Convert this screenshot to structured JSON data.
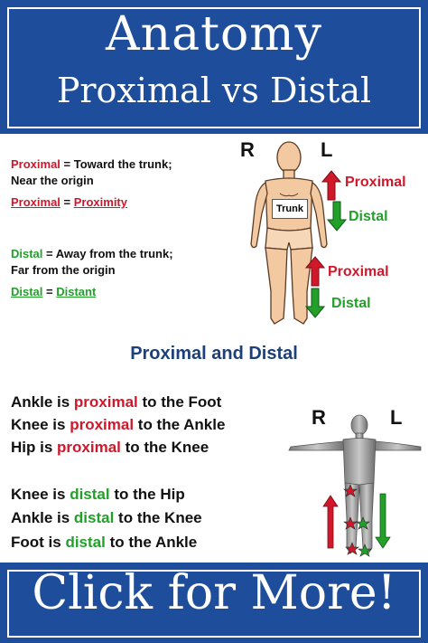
{
  "header": {
    "title": "Anatomy",
    "subtitle": "Proximal vs Distal"
  },
  "definitions": {
    "proximal_term": "Proximal",
    "proximal_def": " = Toward the trunk; Near the origin",
    "proximal_eq_left": "Proximal",
    "proximal_eq_mid": " = ",
    "proximal_eq_right": "Proximity",
    "distal_term": "Distal",
    "distal_def": " = Away from the trunk; Far from the origin",
    "distal_eq_left": "Distal",
    "distal_eq_mid": " = ",
    "distal_eq_right": "Distant"
  },
  "figure_top": {
    "r_label": "R",
    "l_label": "L",
    "trunk_label": "Trunk",
    "proximal_upper": "Proximal",
    "distal_upper": "Distal",
    "proximal_lower": "Proximal",
    "distal_lower": "Distal"
  },
  "section": {
    "title": "Proximal and Distal"
  },
  "statements": [
    {
      "pre": "Ankle is ",
      "key": "proximal",
      "post": " to the Foot"
    },
    {
      "pre": "Knee is ",
      "key": "proximal",
      "post": " to the Ankle"
    },
    {
      "pre": "Hip is ",
      "key": "proximal",
      "post": " to the Knee"
    },
    {
      "pre": "Knee is ",
      "key": "distal",
      "post": " to the Hip"
    },
    {
      "pre": "Ankle is ",
      "key": "distal",
      "post": " to the Knee"
    },
    {
      "pre": "Foot is ",
      "key": "distal",
      "post": " to the Ankle"
    }
  ],
  "figure_bottom": {
    "r_label": "R",
    "l_label": "L"
  },
  "footer": {
    "cta": "Click for More!"
  },
  "colors": {
    "banner": "#1e4d9b",
    "proximal": "#d0182a",
    "distal": "#22a02a",
    "section_title": "#1d3f7a"
  }
}
